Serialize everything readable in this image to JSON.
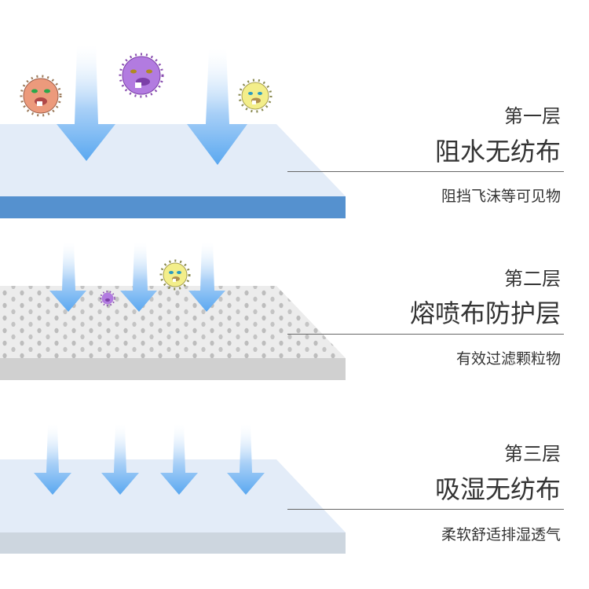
{
  "layers": [
    {
      "level": "第一层",
      "name": "阻水无纺布",
      "desc": "阻挡飞沫等可见物",
      "top_color": "#e3ecf8",
      "edge_color": "#5591cf"
    },
    {
      "level": "第二层",
      "name": "熔喷布防护层",
      "desc": "有效过滤颗粒物",
      "top_color": "#ececec",
      "edge_color": "#d0d0d0"
    },
    {
      "level": "第三层",
      "name": "吸湿无纺布",
      "desc": "柔软舒适排湿透气",
      "top_color": "#e3ecf8",
      "edge_color": "#cdd6df"
    }
  ],
  "colors": {
    "arrow": "#5aa8f0",
    "text": "#333333"
  }
}
